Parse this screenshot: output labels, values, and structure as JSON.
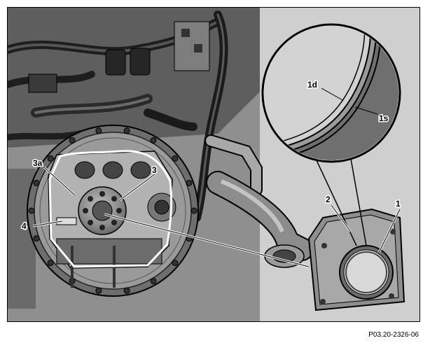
{
  "figure": {
    "code": "P03.20-2326-06",
    "callouts": {
      "c1": "1",
      "c1d": "1d",
      "c1s": "1s",
      "c2": "2",
      "c3": "3",
      "c3a": "3a",
      "c4": "4"
    }
  },
  "colors": {
    "background": "#cfcfcf",
    "metal_dark": "#3a3a3a",
    "metal_mid": "#7a7a7a",
    "metal_light": "#b5b5b5",
    "outline": "#000000",
    "highlight": "#ffffff"
  }
}
